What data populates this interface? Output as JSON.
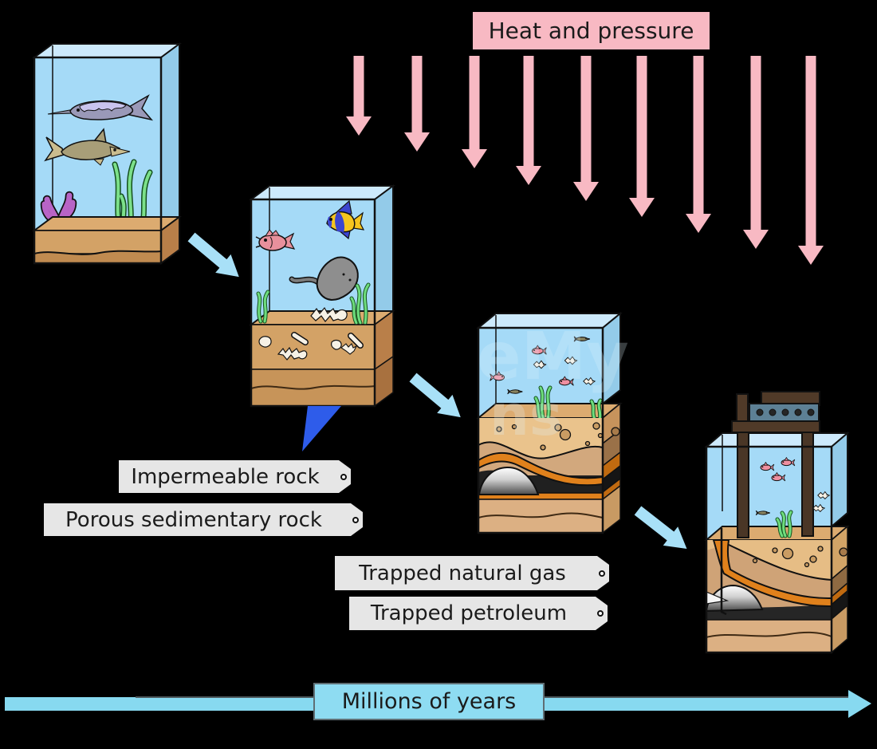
{
  "diagram": {
    "heat_pressure_label": "Heat and pressure",
    "timeline_label": "Millions of years",
    "tags": {
      "impermeable_rock": "Impermeable rock",
      "porous_sedimentary_rock": "Porous sedimentary rock",
      "trapped_natural_gas": "Trapped natural gas",
      "trapped_petroleum": "Trapped petroleum"
    },
    "watermark": {
      "fragment_top": "eMy",
      "fragment_bottom": "ns"
    },
    "heat_arrow_count": 9,
    "stage_count": 4,
    "colors": {
      "background": "#000000",
      "heat_pressure_pink": "#F8B9C3",
      "stage_arrow_blue": "#A8E0F7",
      "timeline_blue": "#87D9F0",
      "tag_grey": "#E6E6E6",
      "water_blue": "#A5DAF7",
      "water_top_face": "#CDEAFC",
      "sand_tan": "#D3A266",
      "impermeable_rock_orange": "#E0811C",
      "petroleum_black": "#222222",
      "natural_gas_grey_top": "#FFFFFF",
      "natural_gas_grey_bottom": "#4A4A4A",
      "pointer_wedge_blue": "#2E5CEA"
    },
    "icons": {
      "stage_1": "tank-living-marine-organisms",
      "stage_2": "tank-dead-organisms-on-seabed",
      "stage_3": "tank-buried-sediment-layers",
      "stage_4": "tank-oil-rig-extraction",
      "heat_arrows": "pink-down-arrows",
      "stage_arrows": "blue-diagonal-arrows",
      "timeline": "blue-right-arrow"
    }
  }
}
